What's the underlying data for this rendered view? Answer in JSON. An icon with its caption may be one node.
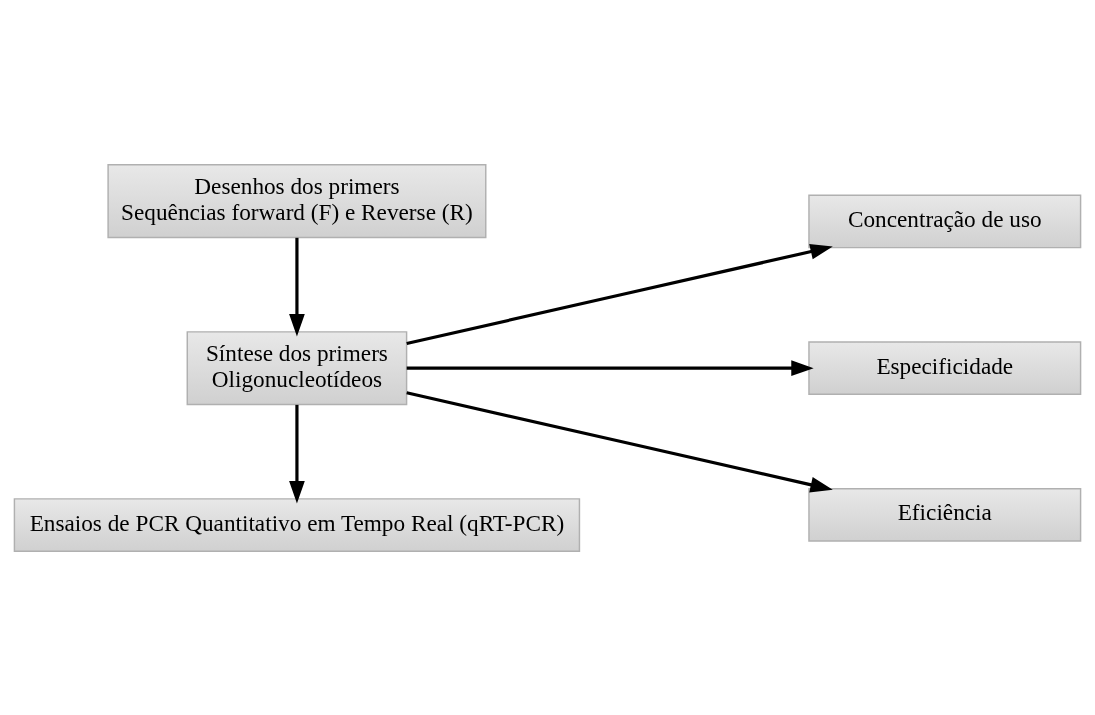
{
  "diagram": {
    "nodes": [
      {
        "text": [
          "Desenhos dos primers",
          "Sequências forward (F) e Reverse (R)"
        ]
      },
      {
        "text": [
          "Síntese dos primers",
          "Oligonucleotídeos"
        ]
      },
      {
        "text": [
          "Concentração de uso"
        ]
      },
      {
        "text": [
          "Especificidade"
        ]
      },
      {
        "text": [
          "Eficiência"
        ]
      },
      {
        "text": [
          "Ensaios de PCR Quantitativo em Tempo Real (qRT-PCR)"
        ]
      }
    ],
    "edges": [
      {
        "from": 0,
        "to": 1,
        "arrow": "to"
      },
      {
        "from": 1,
        "to": 2,
        "arrow": "to"
      },
      {
        "from": 1,
        "to": 3,
        "arrow": "to"
      },
      {
        "from": 1,
        "to": 4,
        "arrow": "to"
      },
      {
        "from": 1,
        "to": 5,
        "arrow": "to"
      }
    ]
  }
}
